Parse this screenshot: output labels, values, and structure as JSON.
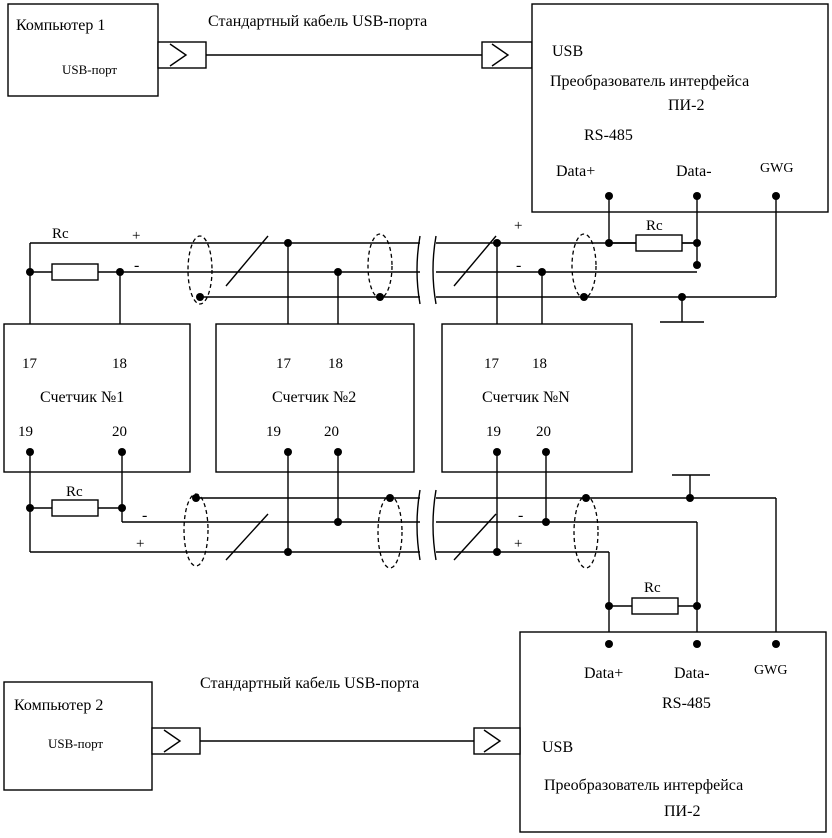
{
  "top": {
    "computer_label": "Компьютер 1",
    "usb_port_label": "USB-порт",
    "cable_label": "Стандартный кабель USB-порта",
    "converter_usb": "USB",
    "converter_title": "Преобразователь интерфейса",
    "converter_model": "ПИ-2",
    "converter_rs": "RS-485",
    "data_plus": "Data+",
    "data_minus": "Data-",
    "gwg": "GWG",
    "rc": "Rc"
  },
  "bus_top": {
    "rc_left": "Rc",
    "plus_left": "+",
    "minus_left": "-",
    "plus_right": "+",
    "minus_right": "-"
  },
  "meters": [
    {
      "name": "Счетчик №1",
      "t17": "17",
      "t18": "18",
      "t19": "19",
      "t20": "20"
    },
    {
      "name": "Счетчик №2",
      "t17": "17",
      "t18": "18",
      "t19": "19",
      "t20": "20"
    },
    {
      "name": "Счетчик №N",
      "t17": "17",
      "t18": "18",
      "t19": "19",
      "t20": "20"
    }
  ],
  "bus_bottom": {
    "rc_left": "Rc",
    "minus_left": "-",
    "plus_left": "+",
    "minus_right": "-",
    "plus_right": "+"
  },
  "bottom": {
    "computer_label": "Компьютер 2",
    "usb_port_label": "USB-порт",
    "cable_label": "Стандартный кабель USB-порта",
    "converter_usb": "USB",
    "converter_title": "Преобразователь интерфейса",
    "converter_model": "ПИ-2",
    "converter_rs": "RS-485",
    "data_plus": "Data+",
    "data_minus": "Data-",
    "gwg": "GWG",
    "rc": "Rc"
  }
}
